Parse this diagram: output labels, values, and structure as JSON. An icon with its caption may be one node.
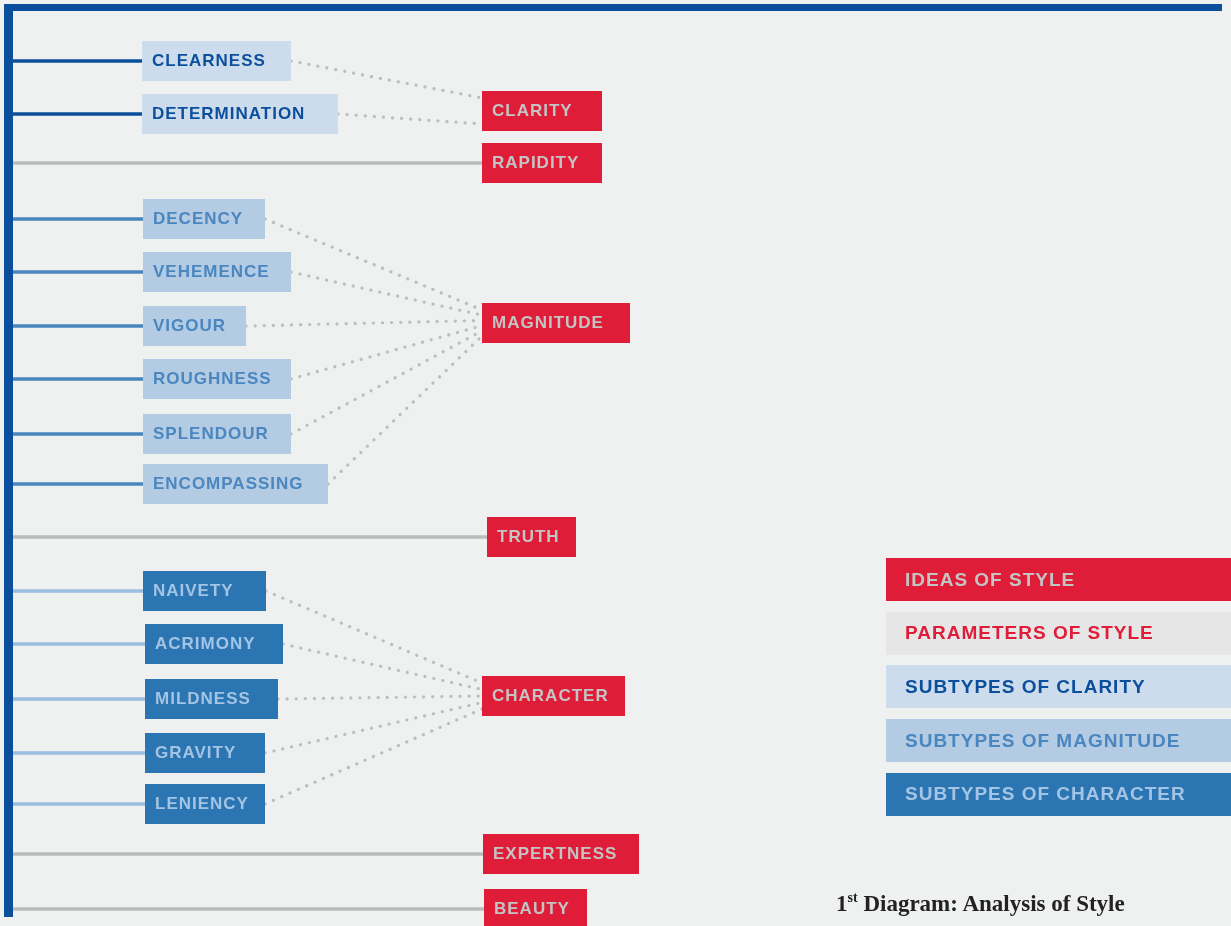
{
  "diagram": {
    "nodes": [
      {
        "text": [],
        "shape": "bar"
      },
      {
        "text": [
          "CLEARNESS"
        ]
      },
      {
        "text": [
          "DETERMINATION"
        ]
      },
      {
        "text": [
          "CLARITY"
        ]
      },
      {
        "text": [
          "RAPIDITY"
        ]
      },
      {
        "text": [
          "DECENCY"
        ]
      },
      {
        "text": [
          "VEHEMENCE"
        ]
      },
      {
        "text": [
          "VIGOUR"
        ]
      },
      {
        "text": [
          "ROUGHNESS"
        ]
      },
      {
        "text": [
          "SPLENDOUR"
        ]
      },
      {
        "text": [
          "ENCOMPASSING"
        ]
      },
      {
        "text": [
          "MAGNITUDE"
        ]
      },
      {
        "text": [
          "TRUTH"
        ]
      },
      {
        "text": [
          "NAIVETY"
        ]
      },
      {
        "text": [
          "ACRIMONY"
        ]
      },
      {
        "text": [
          "MILDNESS"
        ]
      },
      {
        "text": [
          "GRAVITY"
        ]
      },
      {
        "text": [
          "LENIENCY"
        ]
      },
      {
        "text": [
          "CHARACTER"
        ]
      },
      {
        "text": [
          "EXPERTNESS"
        ]
      },
      {
        "text": [
          "BEAUTY"
        ]
      }
    ],
    "edges": [
      {
        "from": 0,
        "to": 1,
        "arrow": "none",
        "color": "#0b4f9c"
      },
      {
        "from": 0,
        "to": 2,
        "arrow": "none",
        "color": "#0b4f9c"
      },
      {
        "from": 0,
        "to": 4,
        "arrow": "none",
        "color": "#b9bcbc"
      },
      {
        "from": 0,
        "to": 5,
        "arrow": "none",
        "color": "#4a86c0"
      },
      {
        "from": 0,
        "to": 6,
        "arrow": "none",
        "color": "#4a86c0"
      },
      {
        "from": 0,
        "to": 7,
        "arrow": "none",
        "color": "#4a86c0"
      },
      {
        "from": 0,
        "to": 8,
        "arrow": "none",
        "color": "#4a86c0"
      },
      {
        "from": 0,
        "to": 9,
        "arrow": "none",
        "color": "#4a86c0"
      },
      {
        "from": 0,
        "to": 10,
        "arrow": "none",
        "color": "#4a86c0"
      },
      {
        "from": 0,
        "to": 12,
        "arrow": "none",
        "color": "#b9bcbc"
      },
      {
        "from": 0,
        "to": 13,
        "arrow": "none",
        "color": "#9bbde0"
      },
      {
        "from": 0,
        "to": 14,
        "arrow": "none",
        "color": "#9bbde0"
      },
      {
        "from": 0,
        "to": 15,
        "arrow": "none",
        "color": "#9bbde0"
      },
      {
        "from": 0,
        "to": 16,
        "arrow": "none",
        "color": "#9bbde0"
      },
      {
        "from": 0,
        "to": 17,
        "arrow": "none",
        "color": "#9bbde0"
      },
      {
        "from": 0,
        "to": 19,
        "arrow": "none",
        "color": "#b9bcbc"
      },
      {
        "from": 0,
        "to": 20,
        "arrow": "none",
        "color": "#b9bcbc"
      },
      {
        "from": 1,
        "to": 3,
        "arrow": "none",
        "style": "dashed",
        "color": "#bdbdbd"
      },
      {
        "from": 2,
        "to": 3,
        "arrow": "none",
        "style": "dashed",
        "color": "#bdbdbd"
      },
      {
        "from": 5,
        "to": 11,
        "arrow": "none",
        "style": "dashed",
        "color": "#bdbdbd"
      },
      {
        "from": 6,
        "to": 11,
        "arrow": "none",
        "style": "dashed",
        "color": "#bdbdbd"
      },
      {
        "from": 7,
        "to": 11,
        "arrow": "none",
        "style": "dashed",
        "color": "#bdbdbd"
      },
      {
        "from": 8,
        "to": 11,
        "arrow": "none",
        "style": "dashed",
        "color": "#bdbdbd"
      },
      {
        "from": 9,
        "to": 11,
        "arrow": "none",
        "style": "dashed",
        "color": "#bdbdbd"
      },
      {
        "from": 10,
        "to": 11,
        "arrow": "none",
        "style": "dashed",
        "color": "#bdbdbd"
      },
      {
        "from": 13,
        "to": 18,
        "arrow": "none",
        "style": "dashed",
        "color": "#bdbdbd"
      },
      {
        "from": 14,
        "to": 18,
        "arrow": "none",
        "style": "dashed",
        "color": "#bdbdbd"
      },
      {
        "from": 15,
        "to": 18,
        "arrow": "none",
        "style": "dashed",
        "color": "#bdbdbd"
      },
      {
        "from": 16,
        "to": 18,
        "arrow": "none",
        "style": "dashed",
        "color": "#bdbdbd"
      },
      {
        "from": 17,
        "to": 18,
        "arrow": "none",
        "style": "dashed",
        "color": "#bdbdbd"
      }
    ],
    "legend": [
      {
        "text": "IDEAS OF STYLE",
        "color": "#df1d38"
      },
      {
        "text": "PARAMETERS OF STYLE",
        "color": "#e6e6e6"
      },
      {
        "text": "SUBTYPES OF CLARITY",
        "color": "#cddcec"
      },
      {
        "text": "SUBTYPES OF MAGNITUDE",
        "color": "#b3cbe3"
      },
      {
        "text": "SUBTYPES OF CHARACTER",
        "color": "#2b76b2"
      }
    ],
    "caption": "1$^{st}$ Diagram: Analysis of Style"
  }
}
